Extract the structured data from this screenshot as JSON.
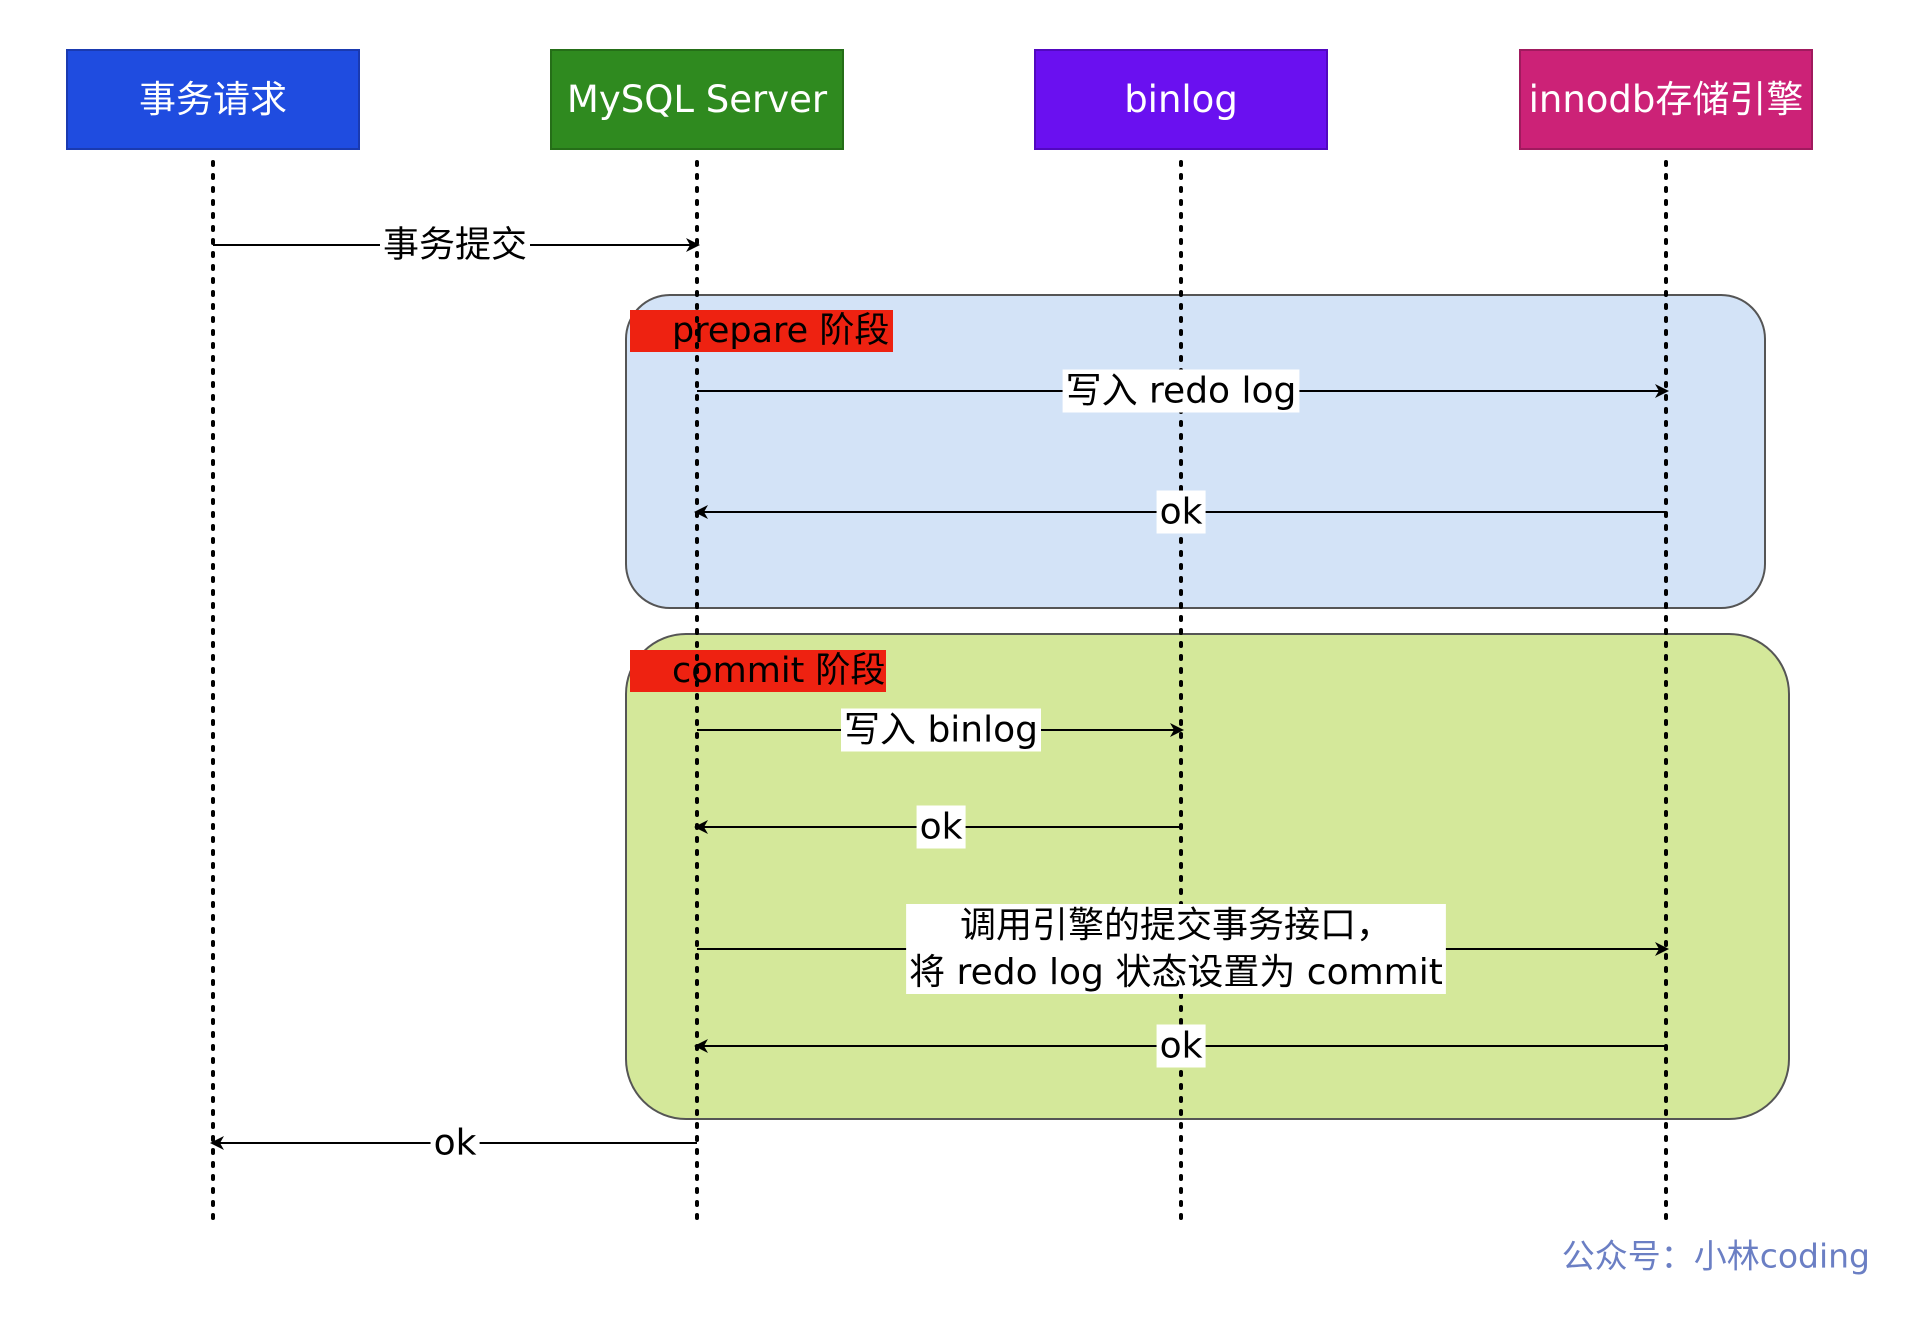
{
  "participants": [
    {
      "id": "p1",
      "label": "事务请求",
      "color": "#1f4ce0",
      "border": "#1a3ab0"
    },
    {
      "id": "p2",
      "label": "MySQL Server",
      "color": "#2f8a1f",
      "border": "#256e18"
    },
    {
      "id": "p3",
      "label": "binlog",
      "color": "#6a10f0",
      "border": "#5208c0"
    },
    {
      "id": "p4",
      "label": "innodb存储引擎",
      "color": "#cc2277",
      "border": "#a01a5e"
    }
  ],
  "phases": [
    {
      "id": "prepare",
      "label": "prepare 阶段",
      "fill": "#d3e3f7",
      "badge": "#ee2211"
    },
    {
      "id": "commit",
      "label": "commit 阶段",
      "fill": "#d4e89a",
      "badge": "#ee2211"
    }
  ],
  "messages": [
    {
      "id": "m1",
      "from": "p1",
      "to": "p2",
      "lines": [
        "事务提交"
      ]
    },
    {
      "id": "m2",
      "from": "p2",
      "to": "p4",
      "lines": [
        "写入 redo log"
      ]
    },
    {
      "id": "m3",
      "from": "p4",
      "to": "p2",
      "lines": [
        "ok"
      ]
    },
    {
      "id": "m4",
      "from": "p2",
      "to": "p3",
      "lines": [
        "写入 binlog"
      ]
    },
    {
      "id": "m5",
      "from": "p3",
      "to": "p2",
      "lines": [
        "ok"
      ]
    },
    {
      "id": "m6",
      "from": "p2",
      "to": "p4",
      "lines": [
        "调用引擎的提交事务接口，",
        "将 redo log 状态设置为 commit"
      ]
    },
    {
      "id": "m7",
      "from": "p4",
      "to": "p2",
      "lines": [
        "ok"
      ]
    },
    {
      "id": "m8",
      "from": "p2",
      "to": "p1",
      "lines": [
        "ok"
      ]
    }
  ],
  "watermark": "公众号：小林coding"
}
